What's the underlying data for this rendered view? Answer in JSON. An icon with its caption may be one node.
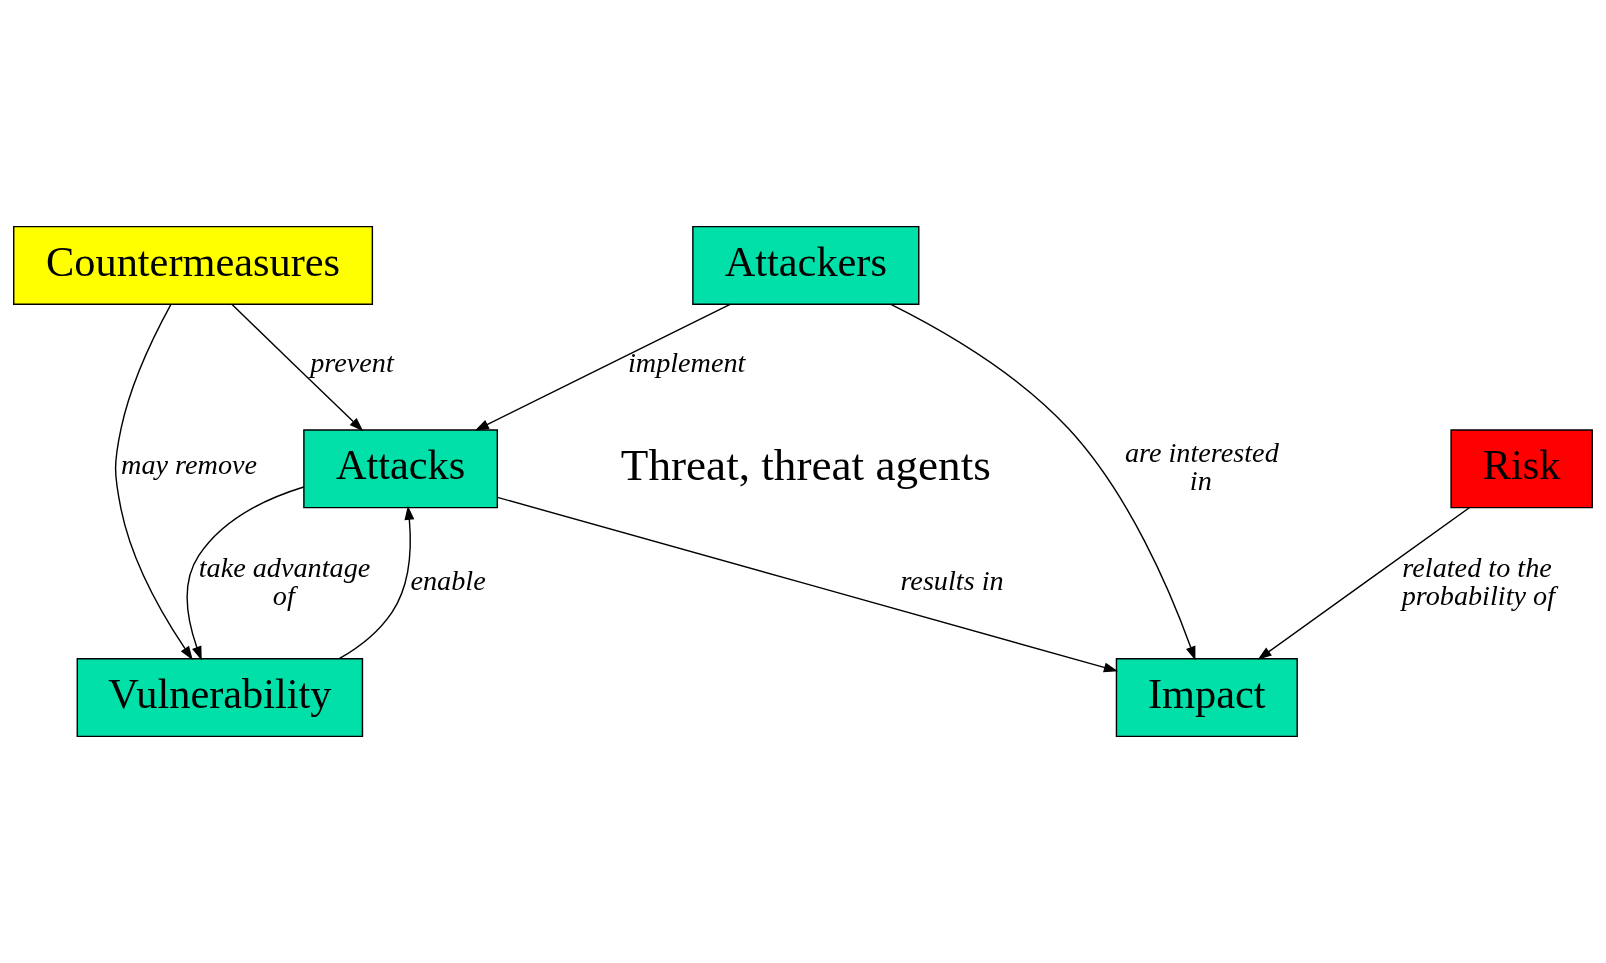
{
  "diagram": {
    "nodes": [
      {
        "text": [
          "Countermeasures"
        ]
      },
      {
        "text": [
          "Attacks"
        ]
      },
      {
        "text": [
          "Vulnerability"
        ]
      },
      {
        "text": [
          "Impact"
        ]
      },
      {
        "text": [
          "Attackers"
        ]
      },
      {
        "text": [
          "Risk"
        ]
      }
    ],
    "edges": [
      {
        "from": 0,
        "to": 1,
        "arrow": "to",
        "label": "prevent"
      },
      {
        "from": 0,
        "to": 2,
        "arrow": "to",
        "label": "may remove"
      },
      {
        "from": 2,
        "to": 1,
        "arrow": "to",
        "label": "enable"
      },
      {
        "from": 1,
        "to": 2,
        "arrow": "to",
        "label": "take advantage of"
      },
      {
        "from": 4,
        "to": 1,
        "arrow": "to",
        "label": "implement"
      },
      {
        "from": 1,
        "to": 3,
        "arrow": "to",
        "label": "results in"
      },
      {
        "from": 4,
        "to": 3,
        "arrow": "to",
        "label": "are interested in"
      },
      {
        "from": 5,
        "to": 3,
        "arrow": "to",
        "label": "related to the probability of"
      }
    ],
    "labels": [
      "Threat, threat agents"
    ]
  }
}
